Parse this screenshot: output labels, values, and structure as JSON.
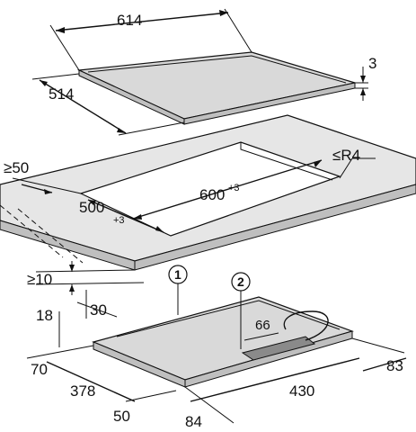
{
  "hob": {
    "width": "614",
    "depth": "514",
    "thickness": "3"
  },
  "cutout": {
    "min_front_gap": "≥50",
    "width_base": "600",
    "width_tol": "+3",
    "depth_base": "500",
    "depth_tol": "+3",
    "corner_radius": "≤R4"
  },
  "installation": {
    "min_clearance": "≥10",
    "height_30": "30",
    "height_18": "18",
    "dim_70": "70",
    "dim_378": "378",
    "dim_50": "50",
    "dim_84": "84",
    "dim_430": "430",
    "dim_83": "83",
    "dim_66": "66",
    "callout_1": "1",
    "callout_2": "2"
  }
}
